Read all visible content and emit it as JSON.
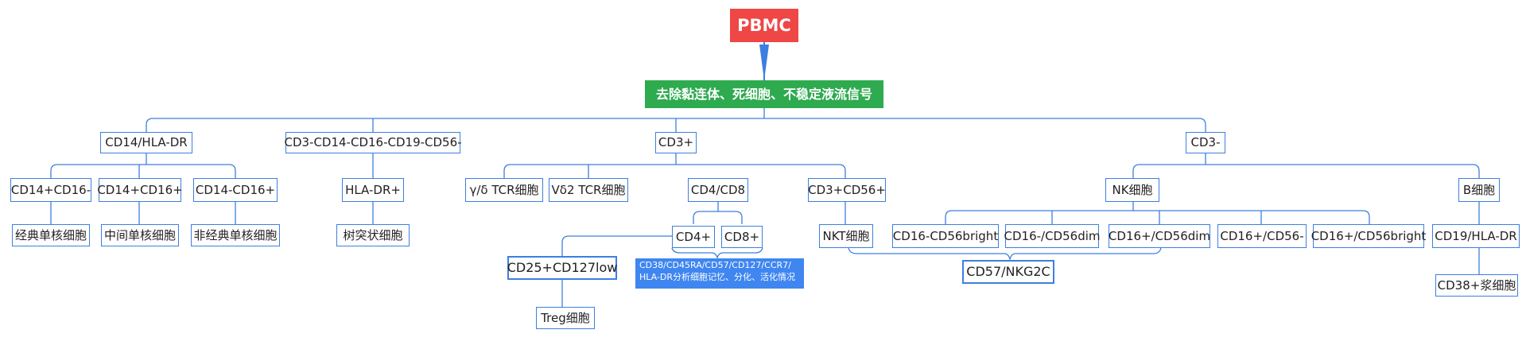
{
  "colors": {
    "line": "#3d7fe0",
    "root": "#ef4646",
    "level1": "#2eaa4f",
    "note": "#3f86f1"
  },
  "root": "PBMC",
  "level1": "去除黏连体、死细胞、不稳定液流信号",
  "branches": {
    "cd14_hladr": {
      "label": "CD14/HLA-DR",
      "classical": {
        "label": "CD14+CD16-",
        "child": "经典单核细胞"
      },
      "intermediate": {
        "label": "CD14+CD16+",
        "child": "中间单核细胞"
      },
      "nonclassical": {
        "label": "CD14-CD16+",
        "child": "非经典单核细胞"
      }
    },
    "cd3_neg_lin": {
      "label": "CD3-CD14-CD16-CD19-CD56-",
      "hladr": {
        "label": "HLA-DR+",
        "child": "树突状细胞"
      }
    },
    "cd3_pos": {
      "label": "CD3+",
      "gamma_delta": "γ/δ TCR细胞",
      "vdelta2": "Vδ2 TCR细胞",
      "cd4_cd8": "CD4/CD8",
      "cd4": "CD4+",
      "cd8": "CD8+",
      "treg_marker": "CD25+CD127low",
      "treg": "Treg细胞",
      "note_line1": "CD38/CD45RA/CD57/CD127/CCR7/",
      "note_line2": "HLA-DR分析细胞记忆、分化、活化情况",
      "cd3_cd56": "CD3+CD56+",
      "nkt": "NKT细胞"
    },
    "cd3_neg": {
      "label": "CD3-",
      "nk": "NK细胞",
      "nk_subsets": [
        "CD16-CD56bright",
        "CD16-/CD56dim",
        "CD16+/CD56dim",
        "CD16+/CD56-",
        "CD16+/CD56bright"
      ],
      "cd57_nkg2c": "CD57/NKG2C",
      "b": "B细胞",
      "cd19_hladr": "CD19/HLA-DR",
      "plasma": "CD38+浆细胞"
    }
  }
}
